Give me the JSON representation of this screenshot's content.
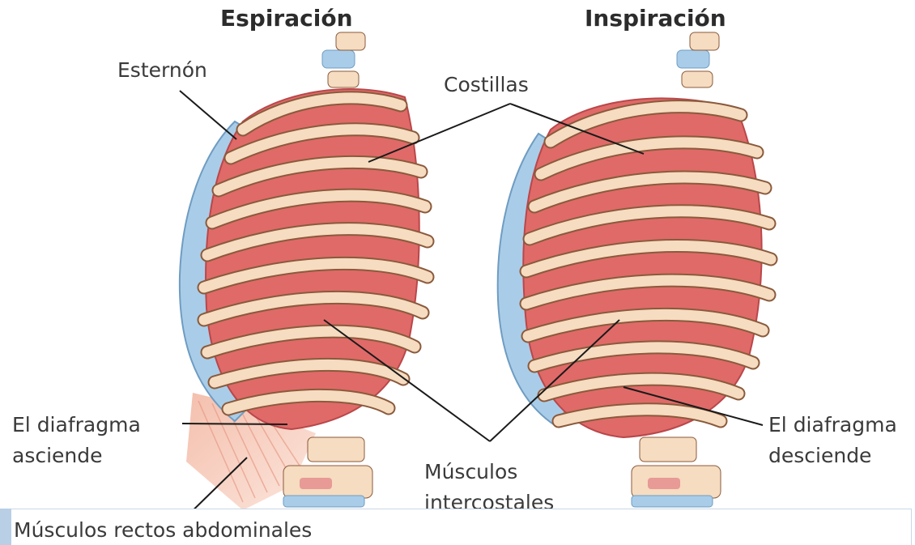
{
  "titles": {
    "left": "Espiración",
    "right": "Inspiración"
  },
  "labels": {
    "sternum": "Esternón",
    "ribs": "Costillas",
    "diaphragm_up_line1": "El diafragma",
    "diaphragm_up_line2": "asciende",
    "intercostal_line1": "Músculos",
    "intercostal_line2": "intercostales",
    "diaphragm_down_line1": "El diafragma",
    "diaphragm_down_line2": "desciende",
    "abdominal": "Músculos rectos abdominales"
  },
  "colors": {
    "bone": "#f6dcc0",
    "bone_outline": "#8a5a3c",
    "muscle": "#e06a68",
    "muscle_dark": "#b9474a",
    "cartilage": "#a9cde8",
    "leader_line": "#1a1a1a"
  }
}
